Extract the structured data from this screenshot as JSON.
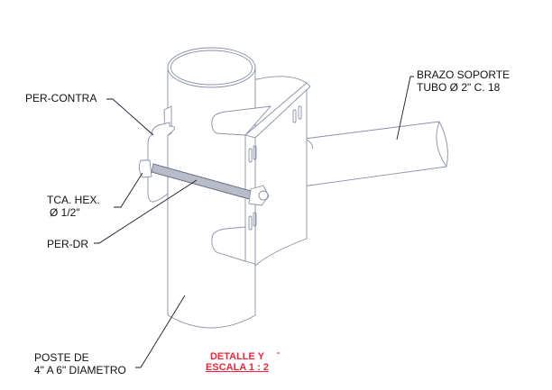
{
  "labels": {
    "per_contra": "PER-CONTRA",
    "brazo_line1": "BRAZO SOPORTE",
    "brazo_line2": "TUBO Ø  2\" C. 18",
    "tca_line1": "TCA. HEX.",
    "tca_line2": "Ø  1/2\"",
    "per_dr": "PER-DR",
    "poste_line1": "POSTE DE",
    "poste_line2": "4\" A 6\" DIAMETRO"
  },
  "title_block": {
    "line1": "DETALLE Y",
    "line2": "ESCALA 1 : 2"
  },
  "colors": {
    "drawing_lines": "#8a90a4",
    "title_red": "#e8283c",
    "leader_lines": "#1a1a2a"
  }
}
